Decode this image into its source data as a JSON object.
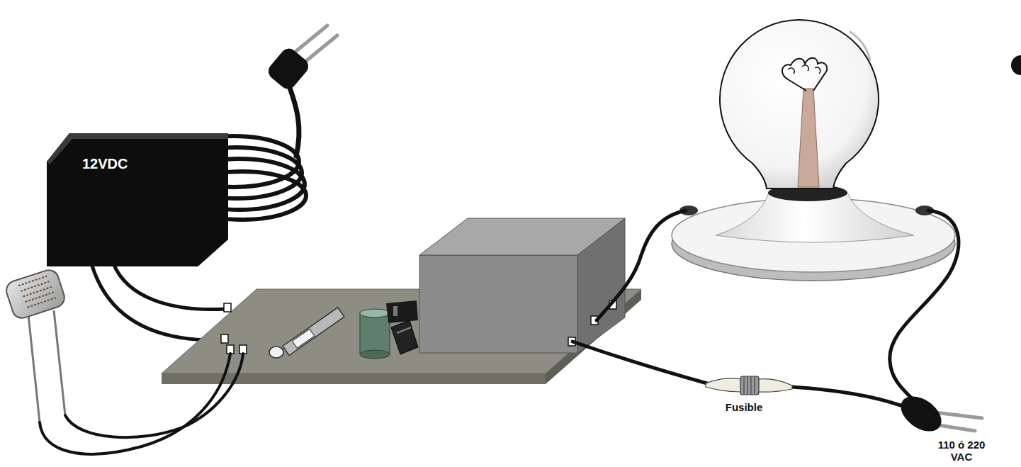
{
  "diagram": {
    "nodes": [
      {
        "text": [
          "12VDC"
        ]
      }
    ],
    "labels": [
      "Fusible",
      "110 ó 220 VAC"
    ]
  }
}
